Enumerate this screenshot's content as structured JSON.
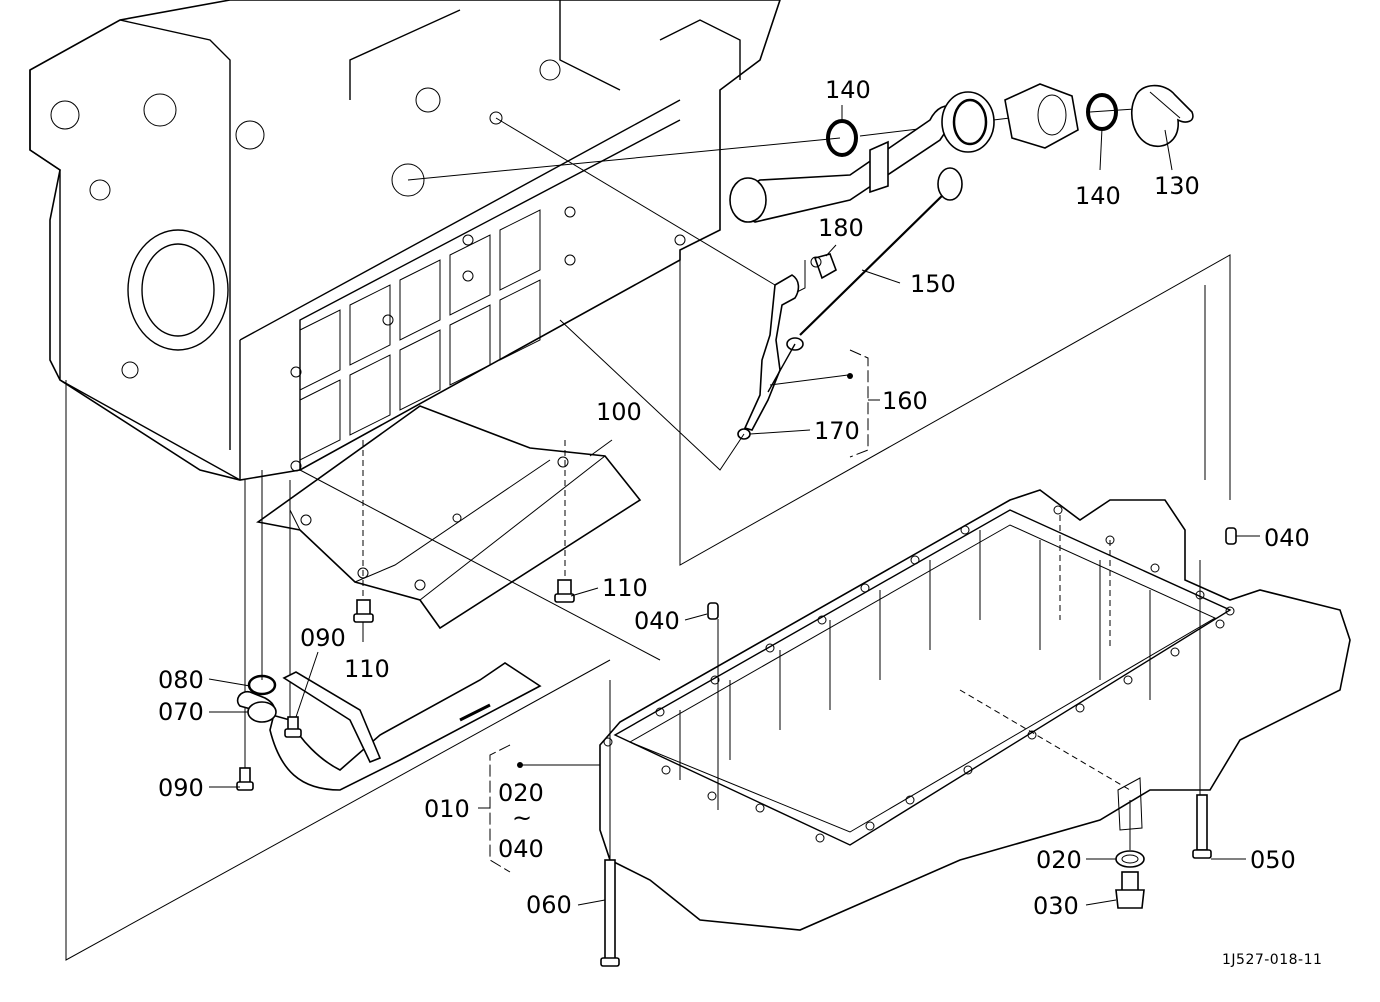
{
  "diagram": {
    "title": "Oil pan and oil filler / dipstick exploded view",
    "figure_id": "1J527-018-11",
    "callouts": {
      "c140a": "140",
      "c140b": "140",
      "c130": "130",
      "c180": "180",
      "c150": "150",
      "c160": "160",
      "c170": "170",
      "c100": "100",
      "c110a": "110",
      "c110b": "110",
      "c090a": "090",
      "c090b": "090",
      "c080": "080",
      "c070": "070",
      "c040a": "040",
      "c040b": "040",
      "c010": "010",
      "c020range": "020",
      "crange_sep": "~",
      "c040range": "040",
      "c060": "060",
      "c020": "020",
      "c030": "030",
      "c050": "050"
    },
    "parts": [
      {
        "id": "010",
        "name": "oil pan assembly (020 ~ 040)"
      },
      {
        "id": "020",
        "name": "gasket"
      },
      {
        "id": "030",
        "name": "drain plug"
      },
      {
        "id": "040",
        "name": "dowel pin"
      },
      {
        "id": "050",
        "name": "bolt"
      },
      {
        "id": "060",
        "name": "bolt"
      },
      {
        "id": "070",
        "name": "oil strainer"
      },
      {
        "id": "080",
        "name": "o-ring"
      },
      {
        "id": "090",
        "name": "bolt"
      },
      {
        "id": "100",
        "name": "baffle plate"
      },
      {
        "id": "110",
        "name": "bolt"
      },
      {
        "id": "130",
        "name": "oil filler cap"
      },
      {
        "id": "140",
        "name": "o-ring"
      },
      {
        "id": "150",
        "name": "oil level gauge"
      },
      {
        "id": "160",
        "name": "oil level gauge guide assembly"
      },
      {
        "id": "170",
        "name": "o-ring"
      },
      {
        "id": "180",
        "name": "bolt"
      }
    ]
  }
}
